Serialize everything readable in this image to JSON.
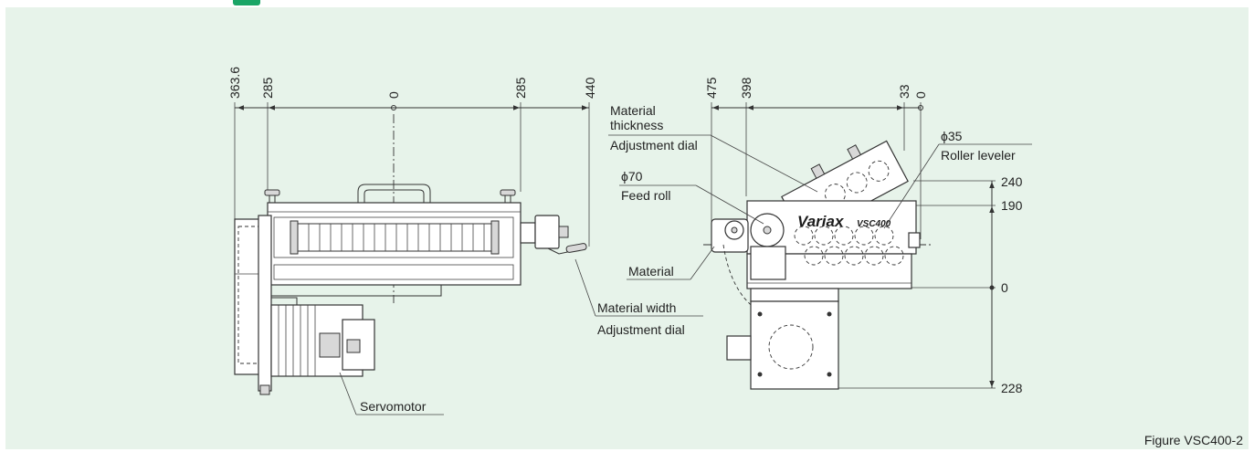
{
  "figure_caption": "Figure VSC400-2",
  "logo": {
    "brand": "Variax",
    "model": "VSC400"
  },
  "front_view": {
    "top_dimensions": [
      "363.6",
      "285",
      "0",
      "285",
      "440"
    ],
    "callouts": {
      "material_width": "Material width",
      "adjustment_dial": "Adjustment dial",
      "servomotor": "Servomotor"
    }
  },
  "side_view": {
    "top_dimensions": [
      "475",
      "398",
      "33",
      "0"
    ],
    "right_dimensions": [
      "240",
      "190",
      "0",
      "228"
    ],
    "callouts": {
      "material_thickness_1": "Material",
      "material_thickness_2": "thickness",
      "adjustment_dial": "Adjustment dial",
      "roller_diameter": "ϕ35",
      "roller_leveler": "Roller leveler",
      "feed_roll_diameter": "ϕ70",
      "feed_roll": "Feed roll",
      "material": "Material"
    }
  },
  "colors": {
    "panel_background": "#e7f3ea",
    "accent": "#1aa566",
    "line": "#333333"
  }
}
